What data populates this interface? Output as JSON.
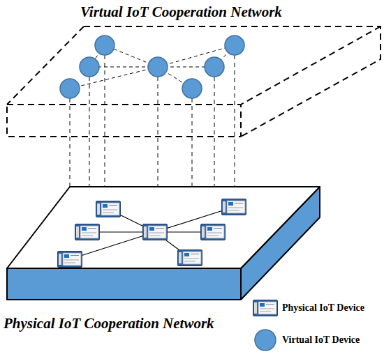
{
  "diagram": {
    "labels": [
      "Virtual IoT Cooperation Network",
      "Physical IoT Cooperation Network"
    ],
    "legend": [
      {
        "text": "Physical IoT Device"
      },
      {
        "text": "Virtual IoT Device"
      }
    ]
  }
}
